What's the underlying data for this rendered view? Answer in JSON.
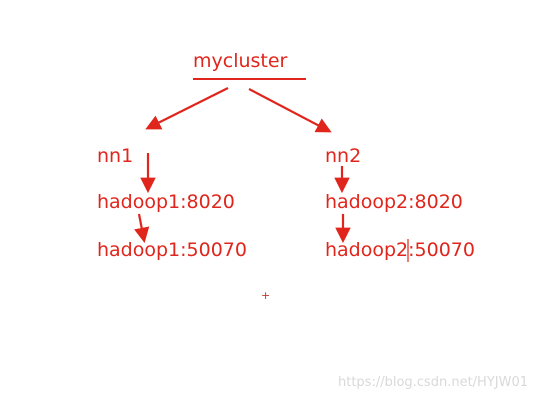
{
  "diagram": {
    "root": "mycluster",
    "left": {
      "name": "nn1",
      "rpc": "hadoop1:8020",
      "http": "hadoop1:50070"
    },
    "right": {
      "name": "nn2",
      "rpc": "hadoop2:8020",
      "http": "hadoop2:50070"
    },
    "cursor_symbol": "+"
  },
  "watermark": "https://blog.csdn.net/HYJW01",
  "colors": {
    "ink": "#e0261c",
    "watermark": "#d9d9d9",
    "cursor": "#c0392b",
    "background": "#ffffff"
  }
}
